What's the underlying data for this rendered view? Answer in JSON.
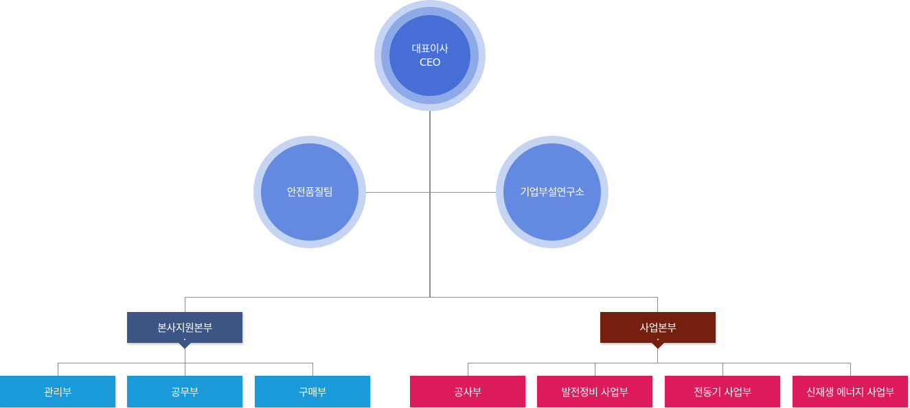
{
  "ceo": {
    "line1": "대표이사",
    "line2": "CEO"
  },
  "side_units": {
    "left": "안전품질팀",
    "right": "기업부설연구소"
  },
  "divisions": {
    "hq": {
      "label": "본사지원본부",
      "color": "#3d5584",
      "departments": [
        "관리부",
        "공무부",
        "구매부"
      ],
      "dept_color": "#1a9ad9"
    },
    "business": {
      "label": "사업본부",
      "color": "#75200e",
      "departments": [
        "공사부",
        "발전정비 사업부",
        "전동기 사업부",
        "신재생 에너지 사업부"
      ],
      "dept_color": "#dd1a5c"
    }
  },
  "colors": {
    "connector": "#8c8c8c",
    "ceo_inner": "#476ed6",
    "unit_fill": "#6389e0",
    "ring": "#c5d4f3"
  }
}
